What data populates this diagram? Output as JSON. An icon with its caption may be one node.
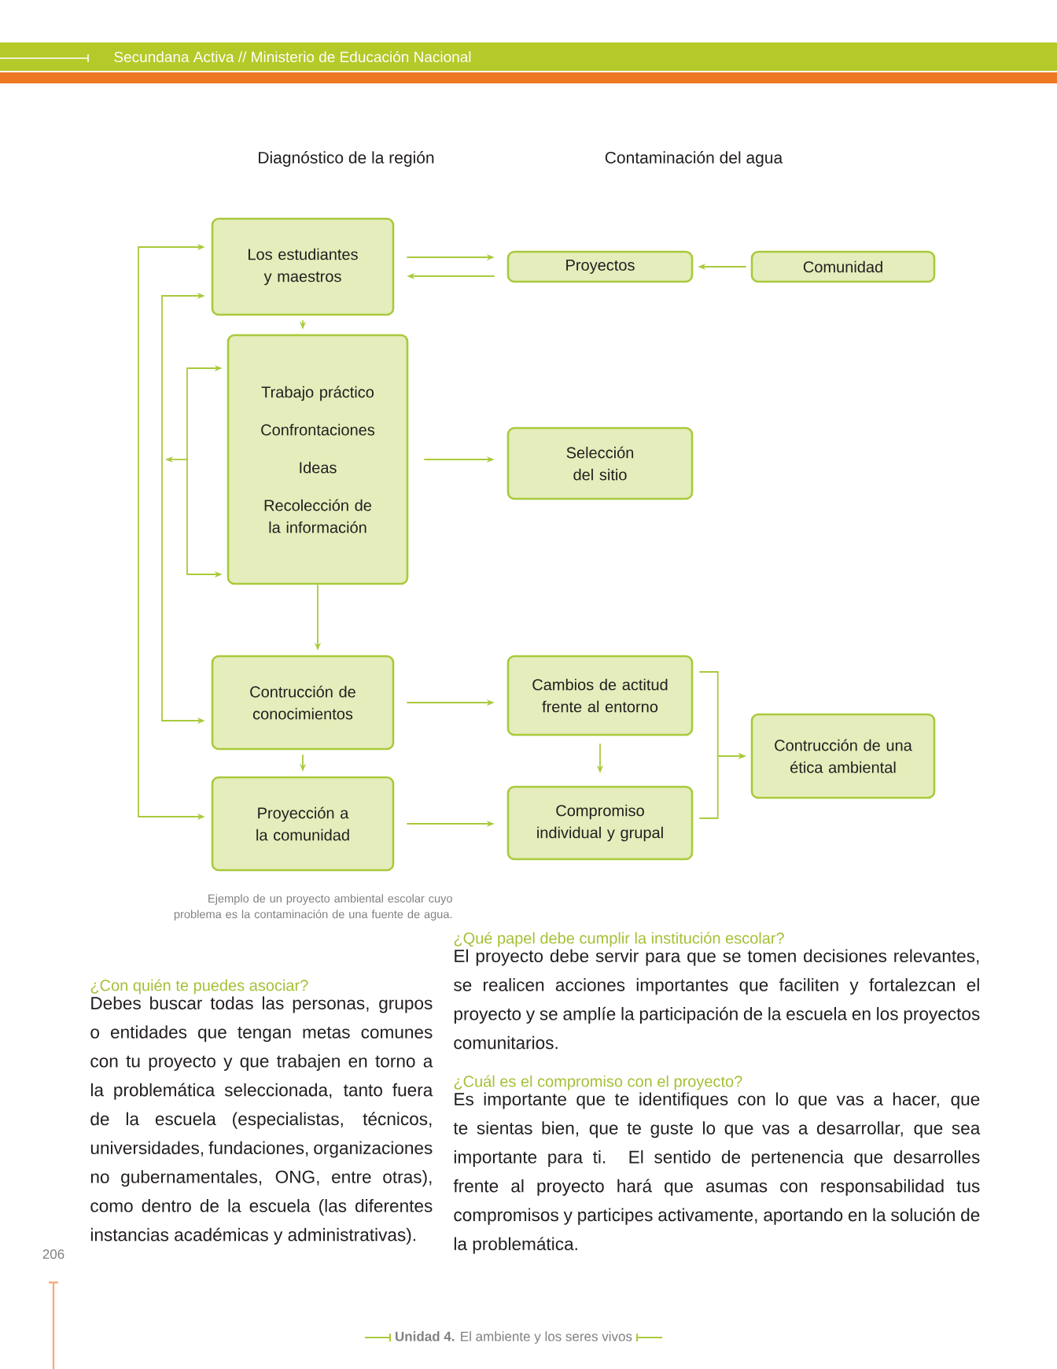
{
  "diagram": {
    "caption": "Ejemplo de un proyecto ambiental escolar cuyo problema es la contaminación de una fuente de agua.",
    "nodes": [
      {
        "text": [
          "Los estudiantes y maestros"
        ]
      },
      {
        "text": [
          "Trabajo práctico",
          "Confrontaciones",
          "Ideas",
          "Recolección de la información"
        ]
      },
      {
        "text": [
          "Proyectos"
        ]
      },
      {
        "text": [
          "Comunidad"
        ]
      },
      {
        "text": [
          "Selección del sitio"
        ]
      },
      {
        "text": [
          "Contrucción de conocimientos"
        ]
      },
      {
        "text": [
          "Proyección a la comunidad"
        ]
      },
      {
        "text": [
          "Cambios de actitud frente al entorno"
        ]
      },
      {
        "text": [
          "Compromiso individual y grupal"
        ]
      },
      {
        "text": [
          "Contrucción de una ética ambiental"
        ]
      }
    ],
    "edges": [
      {
        "from": 0,
        "to": 2,
        "arrow": "to"
      },
      {
        "from": 2,
        "to": 0,
        "arrow": "to"
      },
      {
        "from": 3,
        "to": 2,
        "arrow": "to"
      },
      {
        "from": 0,
        "to": 1,
        "arrow": "to"
      },
      {
        "from": 1,
        "to": 4,
        "arrow": "to"
      },
      {
        "from": 1,
        "to": 5,
        "arrow": "to"
      },
      {
        "from": 5,
        "to": 6,
        "arrow": "to"
      },
      {
        "from": 5,
        "to": 7,
        "arrow": "to"
      },
      {
        "from": 6,
        "to": 8,
        "arrow": "to"
      },
      {
        "from": 7,
        "to": 8,
        "arrow": "to"
      },
      {
        "from": 7,
        "to": 9,
        "arrow": "to"
      },
      {
        "from": 8,
        "to": 9,
        "arrow": "to"
      },
      {
        "from": null,
        "to": 1,
        "arrow": "both"
      },
      {
        "from": 5,
        "to": 0,
        "arrow": "both"
      },
      {
        "from": 6,
        "to": 0,
        "arrow": "both"
      }
    ],
    "labels": [
      "Secundana Activa // Ministerio de Educación Nacional",
      "Diagnóstico de la región",
      "Contaminación del agua",
      "¿Con quién te puedes asociar?",
      "Debes buscar todas las personas, grupos o entidades que tengan metas comunes con tu proyecto y que trabajen en torno a la problemática seleccionada, tanto fuera de la escuela (especialistas, técnicos, universidades, fundaciones, organizaciones no gubernamentales, ONG, entre otras), como dentro de la escuela (las diferentes instancias académicas y administrativas).",
      "¿Qué papel debe cumplir la institución escolar?",
      "El proyecto debe servir para que se tomen decisiones relevantes, se realicen acciones importantes que faciliten y fortalezcan el proyecto y se amplíe la participación de la escuela en los proyectos comunitarios.",
      "¿Cuál es el compromiso con el proyecto?",
      "Es importante que te identifiques con lo que vas a hacer, que te sientas bien, que te guste lo que vas a desarrollar, que sea importante para ti. El sentido de pertenencia que desarrolles frente al proyecto hará que asumas con responsabilidad tus compromisos y participes activamente, aportando en la solución de la problemática.",
      "206",
      "**Unidad 4.** El ambiente y los seres vivos"
    ]
  }
}
